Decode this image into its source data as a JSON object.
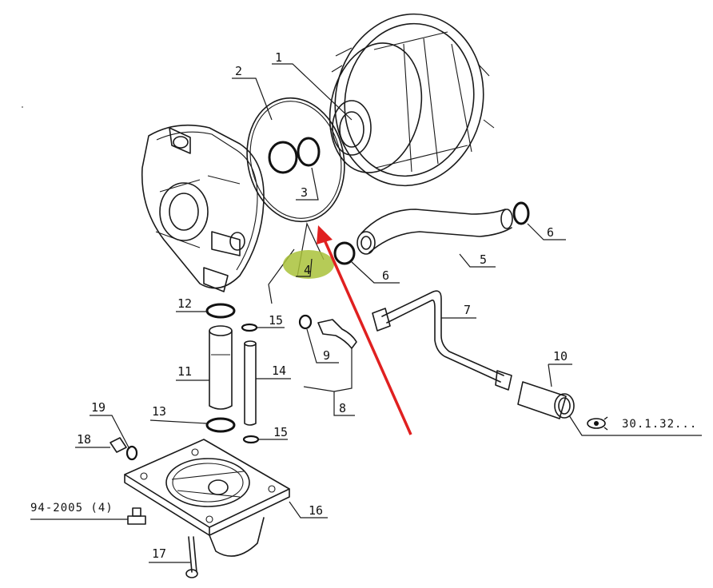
{
  "colors": {
    "ink": "#1a1a1a",
    "pointer_arrow": "#e02020",
    "highlight": "#a9c23a"
  },
  "callouts": {
    "p1": "1",
    "p2": "2",
    "p3": "3",
    "p4": "4",
    "p5": "5",
    "p6a": "6",
    "p6b": "6",
    "p7": "7",
    "p8": "8",
    "p9": "9",
    "p10": "10",
    "p11": "11",
    "p12": "12",
    "p13": "13",
    "p14": "14",
    "p15a": "15",
    "p15b": "15",
    "p16": "16",
    "p17": "17",
    "p18": "18",
    "p19": "19"
  },
  "references": {
    "see_ref": "30.1.32...",
    "bolt_ref": "94-2005 (4)"
  },
  "icons": {
    "see_ref_icon": "eye-icon",
    "pointer": "red-arrow",
    "highlight": "green-highlight-ellipse"
  }
}
